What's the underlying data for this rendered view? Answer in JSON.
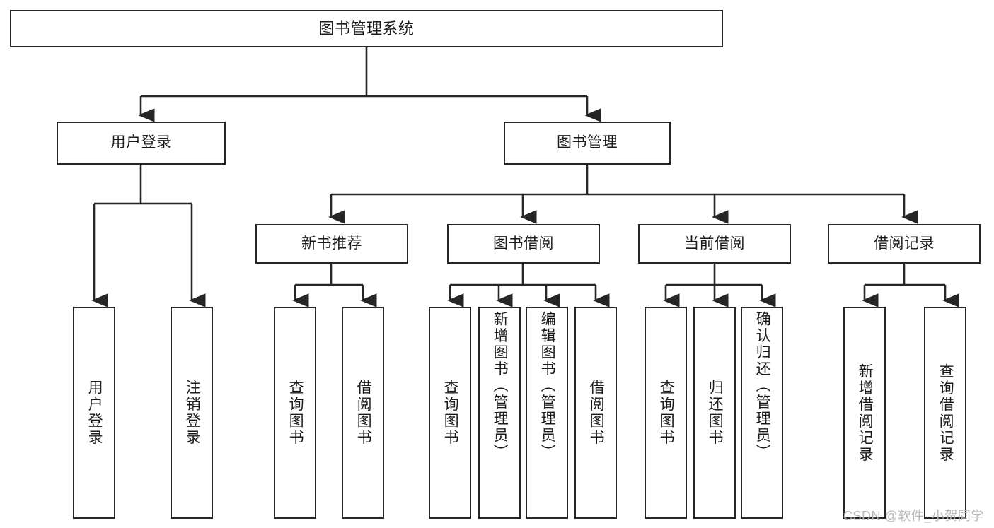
{
  "diagram": {
    "type": "tree",
    "title": "图书管理系统",
    "orientation": "top-down",
    "colors": {
      "box_border": "#262626",
      "box_fill": "#ffffff",
      "connector": "#262626",
      "text": "#1b1b1b",
      "watermark": "#b8b8b8",
      "background": "#ffffff"
    },
    "root": {
      "label": "图书管理系统"
    },
    "level2": [
      {
        "label": "用户登录"
      },
      {
        "label": "图书管理"
      }
    ],
    "level3": [
      {
        "label": "新书推荐"
      },
      {
        "label": "图书借阅"
      },
      {
        "label": "当前借阅"
      },
      {
        "label": "借阅记录"
      }
    ],
    "leaves": {
      "user_login": [
        {
          "label": "用户登录"
        },
        {
          "label": "注销登录"
        }
      ],
      "new_book_recommend": [
        {
          "label": "查询图书"
        },
        {
          "label": "借阅图书"
        }
      ],
      "book_borrow": [
        {
          "label": "查询图书"
        },
        {
          "label": "新增图书（管理员）"
        },
        {
          "label": "编辑图书（管理员）"
        },
        {
          "label": "借阅图书"
        }
      ],
      "current_borrow": [
        {
          "label": "查询图书"
        },
        {
          "label": "归还图书"
        },
        {
          "label": "确认归还（管理员）"
        }
      ],
      "borrow_record": [
        {
          "label": "新增借阅记录"
        },
        {
          "label": "查询借阅记录"
        }
      ]
    }
  },
  "watermark": {
    "text": "CSDN @软件_小贺同学"
  }
}
